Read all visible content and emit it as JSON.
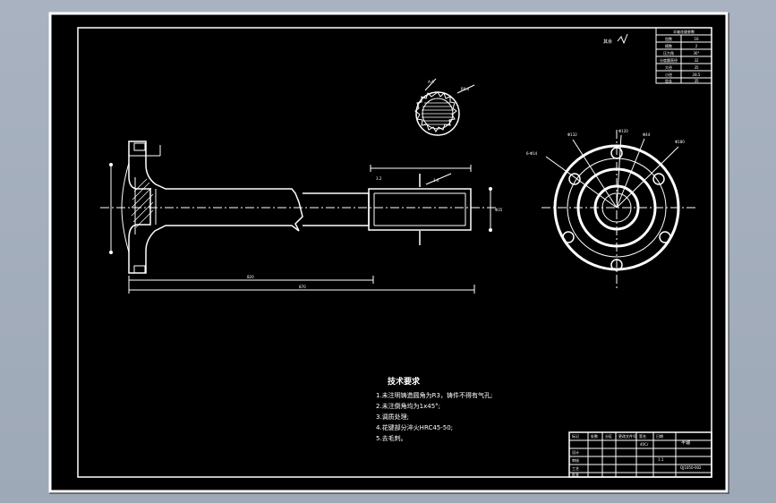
{
  "drawing": {
    "note_title": "技术要求",
    "notes": [
      "1.未注明铸造圆角为R3，铸件不得有气孔;",
      "2.未注倒角均为1x45°;",
      "3.调质处理;",
      "4.花键部分淬火HRC45-50;",
      "5.去毛刺。"
    ],
    "param_table": {
      "title": "半轴花键参数",
      "rows": [
        [
          "齿数",
          "16"
        ],
        [
          "模数",
          "2"
        ],
        [
          "压力角",
          "30°"
        ],
        [
          "分度圆直径",
          "32"
        ],
        [
          "大径",
          "35"
        ],
        [
          "小径",
          "28.5"
        ],
        [
          "齿长",
          "35"
        ]
      ]
    },
    "title_block": {
      "part_name": "半轴",
      "drawing_no": "QJ1050-002",
      "material": "40Cr",
      "scale": "1:1",
      "labels": [
        "标记",
        "处数",
        "分区",
        "更改文件号",
        "签名",
        "日期",
        "设计",
        "审核",
        "工艺",
        "批准"
      ]
    },
    "annotations": {
      "top_right_mark": "其余",
      "roughness_1": "3.2",
      "roughness_2": "1.6",
      "dimension_total": "870",
      "dimension_flange": "820",
      "flange_pcd": "6-Φ14",
      "circle_label_1": "Φ132",
      "circle_label_2": "Φ120",
      "circle_label_3": "Φ44",
      "circle_label_4": "Φ180"
    }
  }
}
